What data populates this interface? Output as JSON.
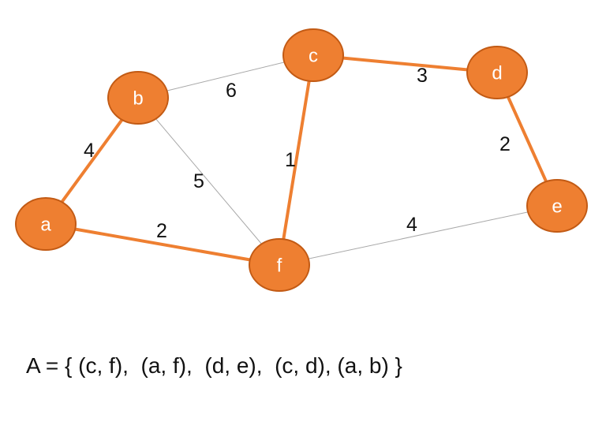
{
  "graph": {
    "nodes": [
      {
        "id": "a",
        "label": "a"
      },
      {
        "id": "b",
        "label": "b"
      },
      {
        "id": "c",
        "label": "c"
      },
      {
        "id": "d",
        "label": "d"
      },
      {
        "id": "e",
        "label": "e"
      },
      {
        "id": "f",
        "label": "f"
      }
    ],
    "edges": [
      {
        "from": "a",
        "to": "b",
        "weight": "4",
        "selected": true
      },
      {
        "from": "a",
        "to": "f",
        "weight": "2",
        "selected": true
      },
      {
        "from": "b",
        "to": "c",
        "weight": "6",
        "selected": false
      },
      {
        "from": "b",
        "to": "f",
        "weight": "5",
        "selected": false
      },
      {
        "from": "c",
        "to": "f",
        "weight": "1",
        "selected": true
      },
      {
        "from": "c",
        "to": "d",
        "weight": "3",
        "selected": true
      },
      {
        "from": "d",
        "to": "e",
        "weight": "2",
        "selected": true
      },
      {
        "from": "f",
        "to": "e",
        "weight": "4",
        "selected": false
      }
    ]
  },
  "colors": {
    "node_fill": "#ee7f31",
    "node_stroke": "#c25a14",
    "selected_edge": "#ee7f31",
    "unselected_edge": "#a8a8a8",
    "text": "#111111"
  },
  "result_set": "A = { (c, f),  (a, f),  (d, e),  (c, d), (a, b) }"
}
